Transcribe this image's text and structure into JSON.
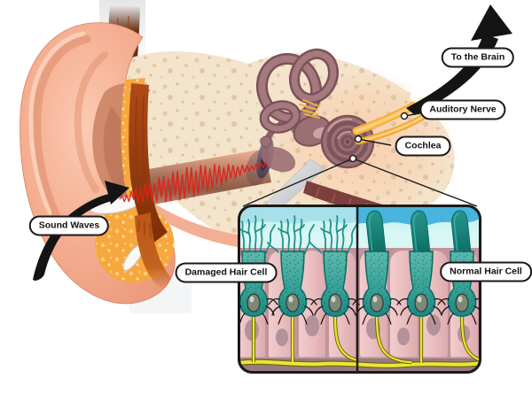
{
  "callouts": {
    "sound_waves": {
      "label": "Sound Waves"
    },
    "to_the_brain": {
      "label": "To the Brain"
    },
    "auditory_nerve": {
      "label": "Auditory Nerve"
    },
    "cochlea": {
      "label": "Cochlea"
    },
    "damaged_hair_cell": {
      "label": "Damaged Hair Cell"
    },
    "normal_hair_cell": {
      "label": "Normal Hair Cell"
    }
  },
  "colors": {
    "background": "#ffffff",
    "skin": "#f3a98d",
    "skin_shadow": "#c67c5e",
    "bone_beige": "#f4e4cc",
    "bone_speckle": "#d9be9c",
    "cartilage_orange": "#f6a83e",
    "canal_brown": "#a34414",
    "sound_wave_red": "#e32119",
    "inner_ear_mauve": "#9b6f74",
    "auditory_nerve_yellow": "#f5b23c",
    "arrow_black": "#141414",
    "label_border": "#1a1a1a",
    "label_background": "#ffffff",
    "inset_fluid_cyan": "#cdf2ee",
    "inset_membrane_blue": "#3badda",
    "hair_cell_teal": "#34a096",
    "support_cell_pink": "#edc0c2",
    "inset_base_mauve": "#9a7a81",
    "nerve_fiber_yellow": "#ebe53b"
  }
}
